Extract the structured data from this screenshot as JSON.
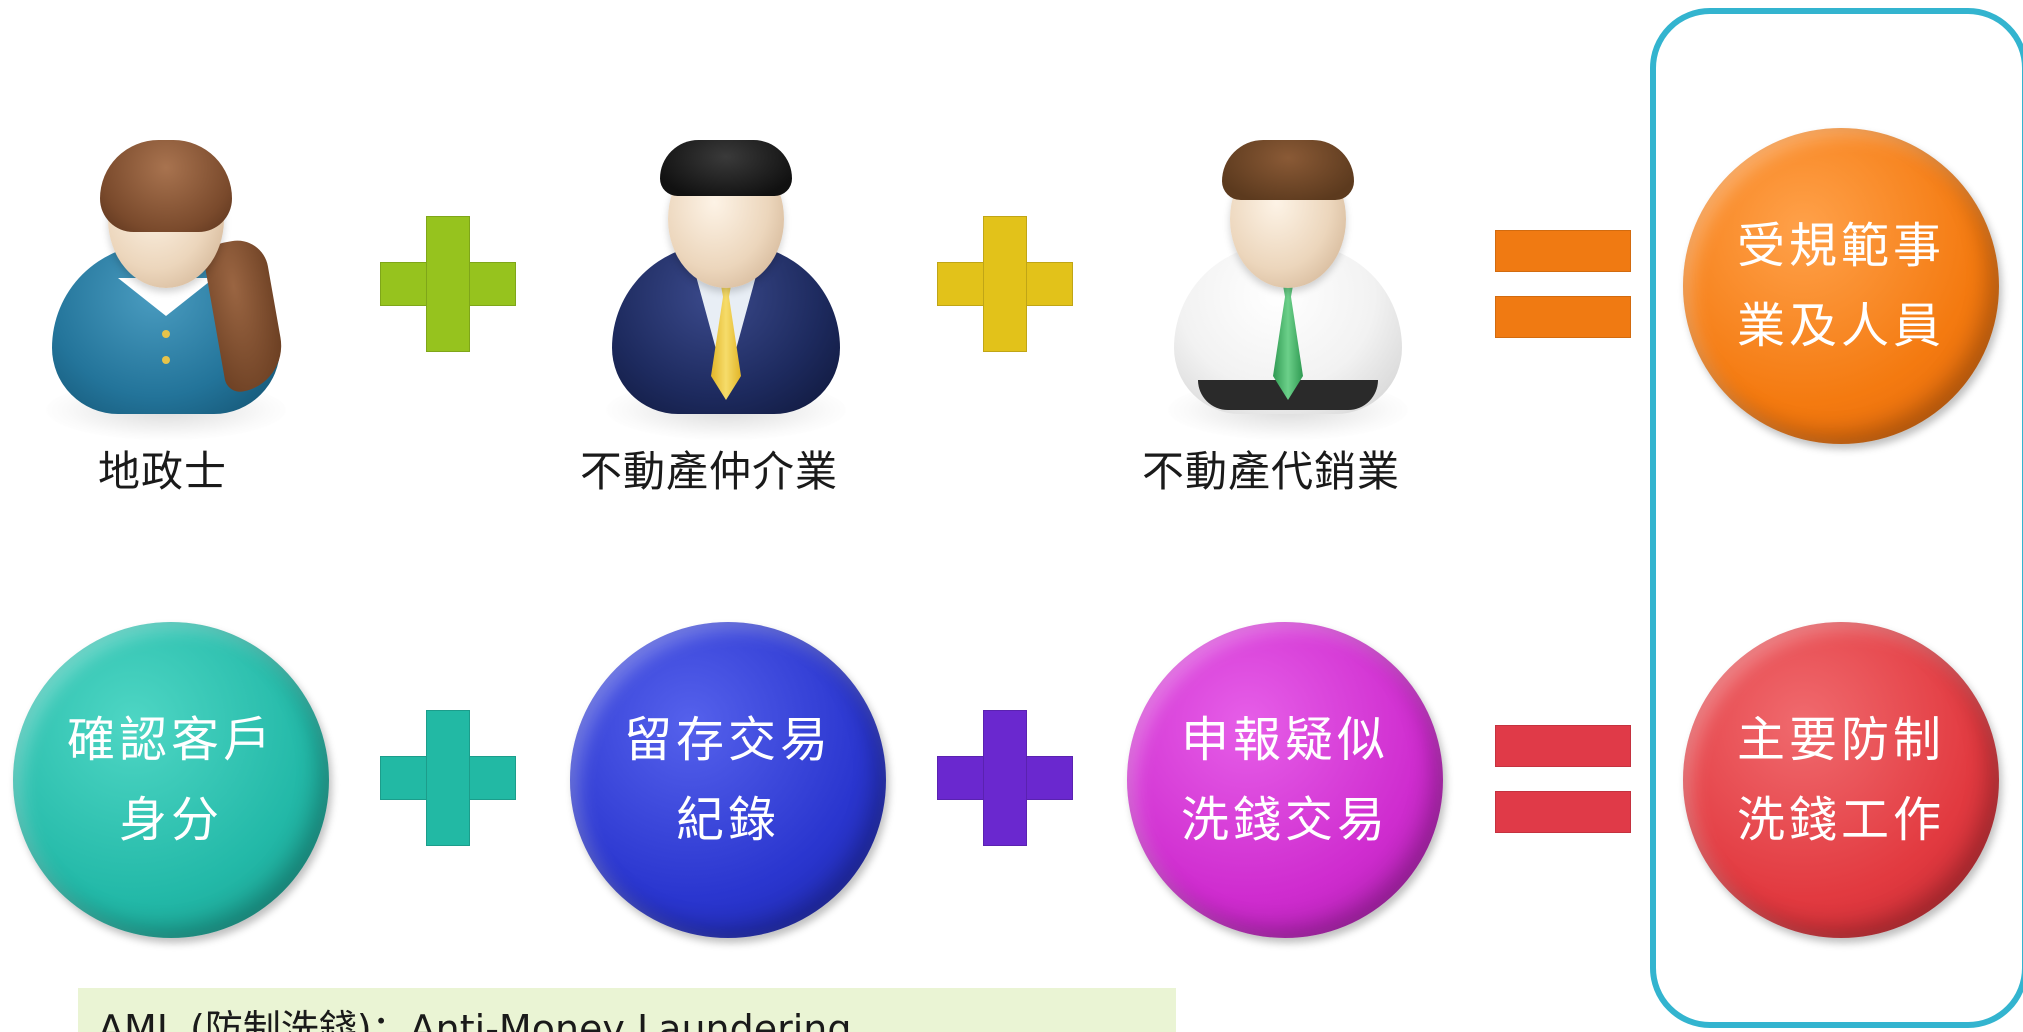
{
  "colors": {
    "frame": "#33b4cf",
    "plus_top_1": "#96c31e",
    "plus_top_2": "#e2c21a",
    "equals_top": "#f07a12",
    "plus_bottom_1": "#22b9a4",
    "plus_bottom_2": "#6a28cf",
    "equals_bottom": "#e03a48",
    "circle_identify": "#23b9a8",
    "circle_record": "#2a36cf",
    "circle_report": "#cf2ccf",
    "circle_regulated": "#f47a10",
    "circle_main": "#e23a40"
  },
  "top_row": {
    "people": [
      {
        "label": "地政士",
        "icon": "female-land-agent-icon"
      },
      {
        "label": "不動產仲介業",
        "icon": "broker-businessman-icon"
      },
      {
        "label": "不動產代銷業",
        "icon": "sales-agent-icon"
      }
    ],
    "result": {
      "line1": "受規範事",
      "line2": "業及人員"
    }
  },
  "bottom_row": {
    "steps": [
      {
        "line1": "確認客戶",
        "line2": "身分"
      },
      {
        "line1": "留存交易",
        "line2": "紀錄"
      },
      {
        "line1": "申報疑似",
        "line2": "洗錢交易"
      }
    ],
    "result": {
      "line1": "主要防制",
      "line2": "洗錢工作"
    }
  },
  "note": "AML (防制洗錢)：Anti-Money Laundering"
}
